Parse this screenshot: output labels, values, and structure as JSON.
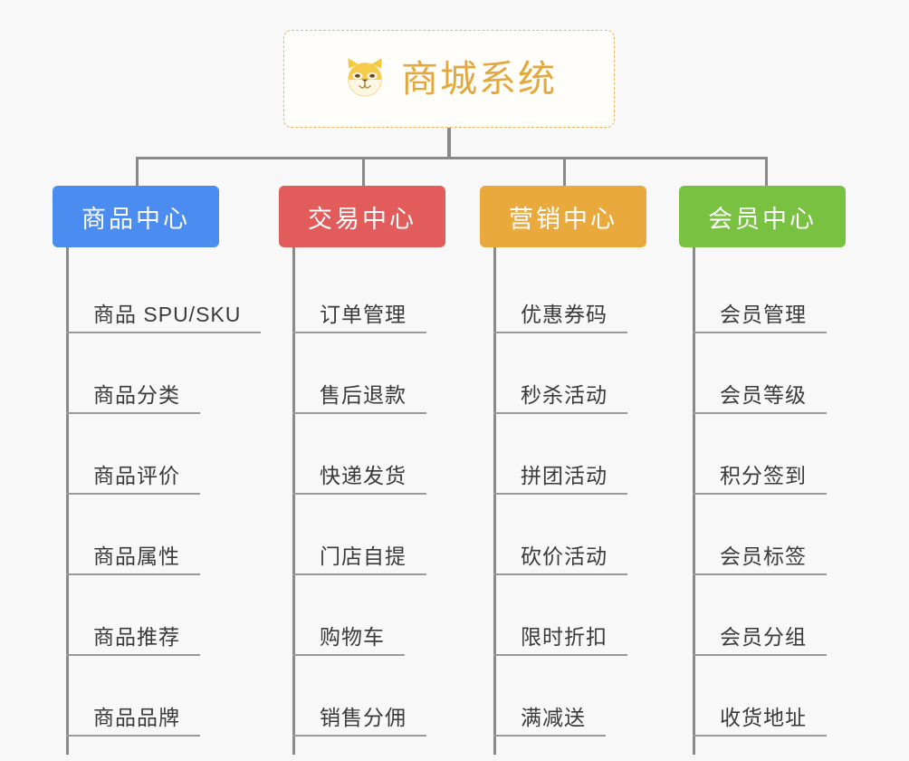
{
  "diagram": {
    "type": "mindmap-tree",
    "background_color": "#f8f8f8",
    "connector_color": "#8a8a8a",
    "root": {
      "title": "商城系统",
      "icon": "shiba-dog-face-icon",
      "text_color": "#e3a83c",
      "border_color": "#e8b95c",
      "background_color": "#fffefb"
    },
    "branches": [
      {
        "label": "商品中心",
        "color": "#4a8cef",
        "leaves": [
          "商品 SPU/SKU",
          "商品分类",
          "商品评价",
          "商品属性",
          "商品推荐",
          "商品品牌"
        ]
      },
      {
        "label": "交易中心",
        "color": "#e25c5c",
        "leaves": [
          "订单管理",
          "售后退款",
          "快递发货",
          "门店自提",
          "购物车",
          "销售分佣"
        ]
      },
      {
        "label": "营销中心",
        "color": "#eaa93c",
        "leaves": [
          "优惠券码",
          "秒杀活动",
          "拼团活动",
          "砍价活动",
          "限时折扣",
          "满减送"
        ]
      },
      {
        "label": "会员中心",
        "color": "#79c241",
        "leaves": [
          "会员管理",
          "会员等级",
          "积分签到",
          "会员标签",
          "会员分组",
          "收货地址"
        ]
      }
    ]
  }
}
